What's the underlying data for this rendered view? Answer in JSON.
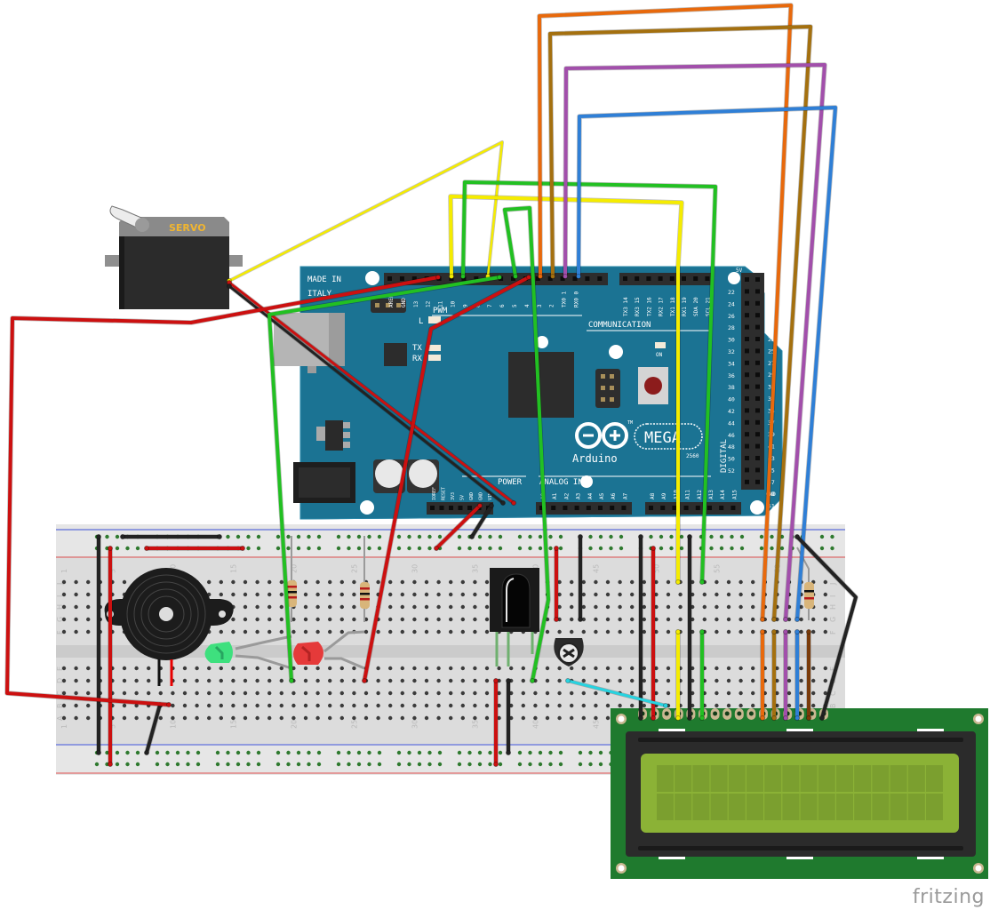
{
  "app": {
    "logo_text": "fritzing"
  },
  "arduino": {
    "made_in": "MADE IN",
    "country": "ITALY",
    "brand": "Arduino",
    "model": "MEGA",
    "model_sub": "2560",
    "trademark": "TM",
    "pwm_label": "PWM",
    "l_label": "L",
    "tx_label": "TX",
    "rx_label": "RX",
    "on_label": "ON",
    "communication_label": "COMMUNICATION",
    "power_label": "POWER",
    "analog_label": "ANALOG IN",
    "digital_label": "DIGITAL",
    "fivev_label": "5V",
    "gnd_label": "GND",
    "pwm_pins": [
      "AREF",
      "GND",
      "13",
      "12",
      "11",
      "10",
      "9",
      "8",
      "7",
      "6",
      "5",
      "4",
      "3",
      "2",
      "TX0 1",
      "RX0 0"
    ],
    "comm_pins": [
      "TX3 14",
      "RX3 15",
      "TX2 16",
      "RX2 17",
      "TX1 18",
      "RX1 19",
      "SDA 20",
      "SCL 21"
    ],
    "power_pins": [
      "IOREF",
      "RESET",
      "3V3",
      "5V",
      "GND",
      "GND",
      "VIN"
    ],
    "analog_pins": [
      "A0",
      "A1",
      "A2",
      "A3",
      "A4",
      "A5",
      "A6",
      "A7",
      "A8",
      "A9",
      "A10",
      "A11",
      "A12",
      "A13",
      "A14",
      "A15"
    ],
    "digital_pins_left": [
      "22",
      "24",
      "26",
      "28",
      "30",
      "32",
      "34",
      "36",
      "38",
      "40",
      "42",
      "44",
      "46",
      "48",
      "50",
      "52"
    ],
    "digital_pins_right": [
      "23",
      "25",
      "27",
      "29",
      "31",
      "33",
      "35",
      "37",
      "39",
      "41",
      "43",
      "45",
      "47",
      "49",
      "51",
      "53"
    ]
  },
  "servo": {
    "label": "SERVO"
  },
  "breadboard": {
    "column_numbers": [
      "1",
      "5",
      "10",
      "15",
      "20",
      "25",
      "30",
      "35",
      "40",
      "45",
      "50",
      "55",
      "60"
    ],
    "row_letters_top": [
      "J",
      "I",
      "H",
      "G",
      "F"
    ],
    "row_letters_bottom": [
      "E",
      "D",
      "C",
      "B",
      "A"
    ]
  },
  "components": [
    {
      "name": "Servo motor"
    },
    {
      "name": "Piezo buzzer"
    },
    {
      "name": "Green LED"
    },
    {
      "name": "Red LED"
    },
    {
      "name": "Resistor 1"
    },
    {
      "name": "Resistor 2"
    },
    {
      "name": "Resistor 3"
    },
    {
      "name": "IR receiver"
    },
    {
      "name": "Potentiometer"
    },
    {
      "name": "16x2 LCD"
    }
  ],
  "lcd": {
    "columns": 16,
    "rows": 2,
    "pins": 16
  },
  "colors": {
    "board": "#1b7393",
    "wire_red": "#cc1010",
    "wire_green": "#22c022",
    "wire_yellow": "#f5ec00",
    "wire_orange": "#e8690c",
    "wire_brown": "#a4700f",
    "wire_purple": "#a24fab",
    "wire_blue": "#2f7fd6",
    "wire_black": "#222222",
    "wire_cyan": "#27d3e0",
    "lcd_pcb": "#1f7a2e",
    "lcd_screen": "#8bb236"
  }
}
